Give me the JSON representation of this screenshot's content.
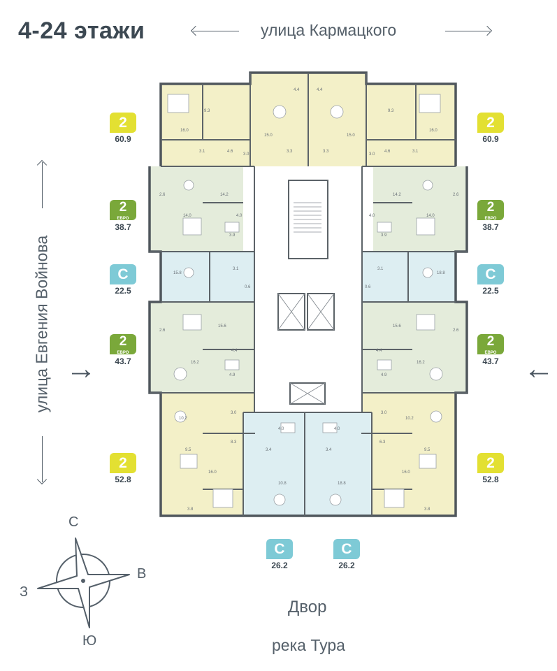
{
  "title": "4-24 этажи",
  "streets": {
    "top": "улица Кармацкого",
    "left": "улица Евгения Войнова"
  },
  "yard": "Двор",
  "river": "река Тура",
  "entrance_arrows": [
    "→",
    "←"
  ],
  "compass": {
    "north": "С",
    "east": "В",
    "south": "Ю",
    "west": "З"
  },
  "colors": {
    "yellow_apartment": "#f3f0c8",
    "green_apartment": "#e4ecdb",
    "blue_apartment": "#ddeef2",
    "wall": "#4f565c",
    "badge_yellow": "#e3e032",
    "badge_green": "#7aa83a",
    "badge_blue": "#7ecad6"
  },
  "apartments": {
    "left": [
      {
        "rooms": "2",
        "euro": "",
        "area": "60.9",
        "color": "yellow"
      },
      {
        "rooms": "2",
        "euro": "ЕВРО",
        "area": "38.7",
        "color": "green"
      },
      {
        "rooms": "С",
        "euro": "",
        "area": "22.5",
        "color": "blue"
      },
      {
        "rooms": "2",
        "euro": "ЕВРО",
        "area": "43.7",
        "color": "green"
      },
      {
        "rooms": "2",
        "euro": "",
        "area": "52.8",
        "color": "yellow"
      }
    ],
    "right": [
      {
        "rooms": "2",
        "euro": "",
        "area": "60.9",
        "color": "yellow"
      },
      {
        "rooms": "2",
        "euro": "ЕВРО",
        "area": "38.7",
        "color": "green"
      },
      {
        "rooms": "С",
        "euro": "",
        "area": "22.5",
        "color": "blue"
      },
      {
        "rooms": "2",
        "euro": "ЕВРО",
        "area": "43.7",
        "color": "green"
      },
      {
        "rooms": "2",
        "euro": "",
        "area": "52.8",
        "color": "yellow"
      }
    ],
    "bottom": [
      {
        "rooms": "С",
        "euro": "",
        "area": "26.2",
        "color": "blue"
      },
      {
        "rooms": "С",
        "euro": "",
        "area": "26.2",
        "color": "blue"
      }
    ]
  },
  "room_areas": {
    "top_left": [
      "4.4",
      "9.3",
      "16.0",
      "15.0",
      "3.1",
      "4.6",
      "3.0",
      "3.3"
    ],
    "top_right": [
      "4.4",
      "9.3",
      "16.0",
      "15.0",
      "3.1",
      "4.6",
      "3.0",
      "3.3"
    ],
    "left_green_1": [
      "2.6",
      "14.2",
      "14.0",
      "4.0",
      "3.9"
    ],
    "right_green_1": [
      "2.6",
      "14.2",
      "14.0",
      "4.0",
      "3.9"
    ],
    "left_blue": [
      "15.8",
      "3.1",
      "0.6"
    ],
    "right_blue": [
      "18.8",
      "3.1",
      "0.6"
    ],
    "left_green_2": [
      "2.6",
      "15.6",
      "16.2",
      "4.4",
      "4.9"
    ],
    "right_green_2": [
      "2.6",
      "15.6",
      "16.2",
      "4.4",
      "4.9"
    ],
    "left_bottom": [
      "10.2",
      "3.0",
      "9.5",
      "8.3",
      "16.0",
      "3.8"
    ],
    "right_bottom": [
      "10.2",
      "3.0",
      "9.5",
      "6.3",
      "16.0",
      "3.8"
    ],
    "bottom_studios": [
      "4.0",
      "3.4",
      "10.8",
      "4.0",
      "3.4",
      "18.8"
    ]
  }
}
